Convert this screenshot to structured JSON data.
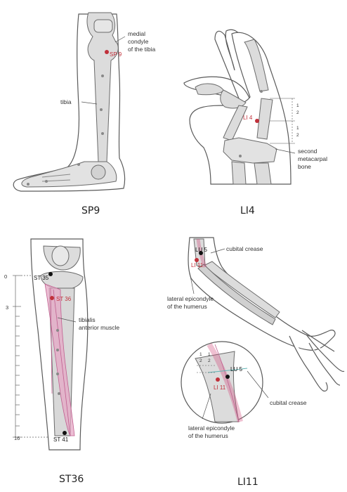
{
  "colors": {
    "outline": "#5a5a5a",
    "bone": "#dcdcdc",
    "skin": "#ffffff",
    "red_point": "#c0303a",
    "black_point": "#111111",
    "muscle": "#e6a8c6",
    "muscle_line": "#c06090",
    "crease": "#5fb3b3"
  },
  "panels": {
    "sp9": {
      "caption": "SP9",
      "point": "SP 9",
      "label_condyle": [
        "medial",
        "condyle",
        "of the tibia"
      ],
      "label_tibia": "tibia"
    },
    "li4": {
      "caption": "LI4",
      "point": "LI 4",
      "label_bone": [
        "second",
        "metacarpal",
        "bone"
      ],
      "half": "1",
      "half_den": "2"
    },
    "st36": {
      "caption": "ST36",
      "point_top": "ST 35",
      "point_main": "ST 36",
      "point_bottom": "ST 41",
      "label_muscle": [
        "tibialis",
        "anterior muscle"
      ],
      "scale_top": "0",
      "scale_mid": "3",
      "scale_bottom": "16"
    },
    "li11": {
      "caption": "LI11",
      "lu5": "LU 5",
      "li11": "LI 11",
      "crease": "cubital crease",
      "epicondyle": [
        "lateral epicondyle",
        "of the humerus"
      ],
      "zoom_lu5": "LU 5",
      "zoom_li11": "LI 11",
      "zoom_crease": "cubital crease",
      "zoom_epicondyle": [
        "lateral epicondyle",
        "of the humerus"
      ],
      "half_num": "1",
      "half_den": "2"
    }
  }
}
